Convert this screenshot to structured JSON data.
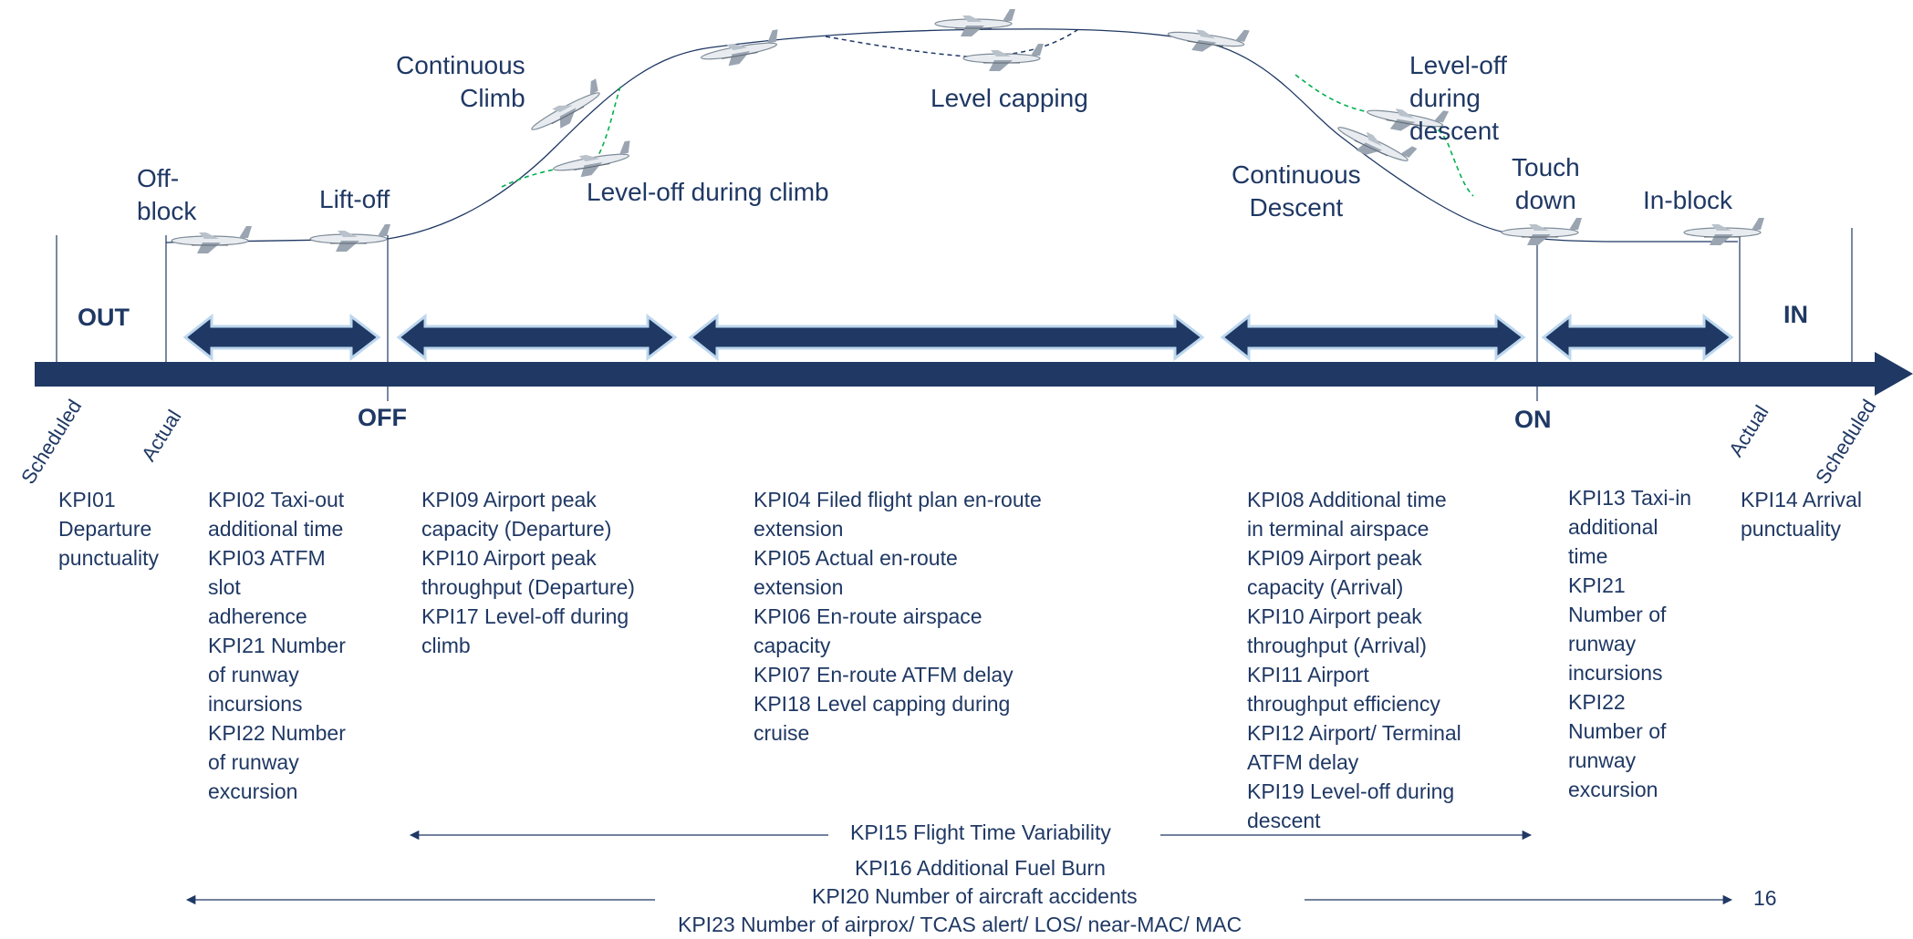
{
  "phase_labels": {
    "off_block": "Off-\nblock",
    "lift_off": "Lift-off",
    "continuous_climb": "Continuous\nClimb",
    "level_off_climb": "Level-off during climb",
    "level_capping": "Level capping",
    "continuous_descent": "Continuous\nDescent",
    "level_off_descent": "Level-off\nduring\ndescent",
    "touch_down": "Touch\ndown",
    "in_block": "In-block"
  },
  "milestones": {
    "out": "OUT",
    "off": "OFF",
    "on": "ON",
    "in": "IN",
    "scheduled_left": "Scheduled",
    "actual_left": "Actual",
    "actual_right": "Actual",
    "scheduled_right": "Scheduled"
  },
  "kpi_groups": {
    "departure": [
      "KPI01",
      "Departure",
      "punctuality"
    ],
    "taxi_out": [
      "KPI02 Taxi-out",
      "additional time",
      "KPI03 ATFM",
      "slot",
      "adherence",
      "KPI21 Number",
      "of runway",
      "incursions",
      "KPI22 Number",
      "of runway",
      "excursion"
    ],
    "climb": [
      "KPI09 Airport peak",
      "capacity (Departure)",
      "KPI10 Airport peak",
      "throughput (Departure)",
      "KPI17 Level-off during",
      "climb"
    ],
    "cruise": [
      "KPI04 Filed flight plan en-route",
      "extension",
      "KPI05 Actual en-route",
      "extension",
      "KPI06 En-route airspace",
      "capacity",
      "KPI07 En-route ATFM delay",
      "KPI18 Level capping during",
      "cruise"
    ],
    "descent": [
      "KPI08 Additional time",
      "in terminal airspace",
      "KPI09 Airport peak",
      "capacity (Arrival)",
      "KPI10 Airport peak",
      "throughput (Arrival)",
      "KPI11 Airport",
      "throughput efficiency",
      "KPI12 Airport/ Terminal",
      "ATFM delay",
      "KPI19 Level-off during",
      "descent"
    ],
    "taxi_in": [
      "KPI13 Taxi-in",
      "additional",
      "time",
      "KPI21",
      "Number of",
      "runway",
      "incursions",
      "KPI22",
      "Number of",
      "runway",
      "excursion"
    ],
    "arrival": [
      "KPI14 Arrival",
      "punctuality"
    ]
  },
  "span_kpis": {
    "flight_time_variability": "KPI15 Flight Time Variability",
    "fuel_burn": "KPI16 Additional Fuel Burn",
    "accidents": "KPI20 Number of aircraft accidents",
    "airprox": "KPI23 Number of airprox/ TCAS alert/ LOS/ near-MAC/ MAC"
  },
  "page_number": "16",
  "colors": {
    "navy": "#1f3864",
    "arrow_outline": "#bdd7ee",
    "trajectory": "#1f3864",
    "alt_path": "#00b050",
    "aircraft": "#7f8c99"
  }
}
